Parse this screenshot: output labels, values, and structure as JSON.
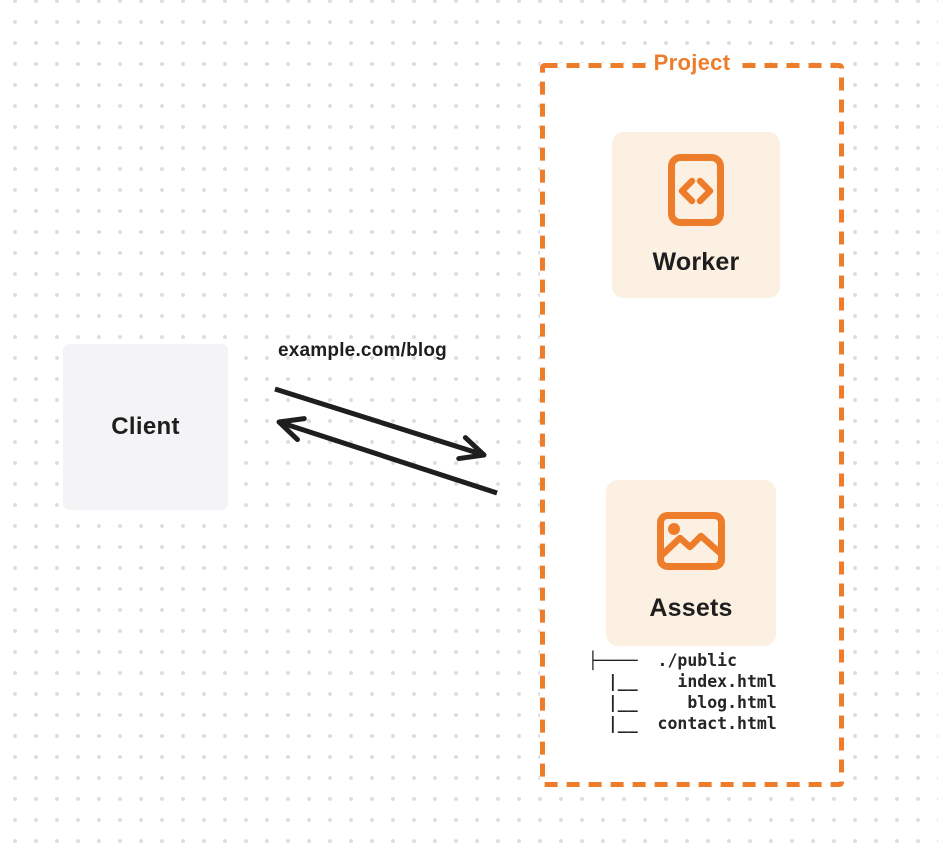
{
  "colors": {
    "accent": "#ED7D2B",
    "card_bg": "#FBF0E1",
    "client_bg": "#F4F4F6",
    "ink": "#1E1E1E",
    "dot": "#DCDCDC"
  },
  "client": {
    "label": "Client"
  },
  "request": {
    "url": "example.com/blog"
  },
  "project": {
    "label": "Project",
    "worker": {
      "label": "Worker",
      "icon": "code-file-icon"
    },
    "assets": {
      "label": "Assets",
      "icon": "image-icon"
    },
    "file_tree": {
      "text": "├────  ./public\n  |__    index.html\n  |__     blog.html\n  |__  contact.html",
      "root": "./public",
      "files": [
        "index.html",
        "blog.html",
        "contact.html"
      ]
    }
  }
}
